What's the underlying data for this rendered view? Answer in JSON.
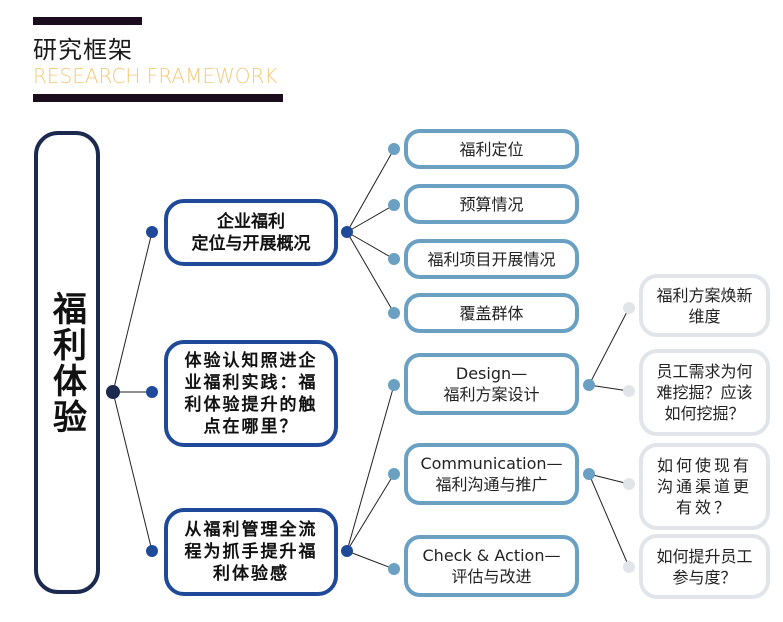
{
  "header": {
    "title_cn": "研究框架",
    "title_en": "RESEARCH FRAMEWORK",
    "title_en_color": "#f4c97a",
    "bar_color": "#1c0d1e"
  },
  "colors": {
    "root_border": "#1b2a4e",
    "level1_border": "#1f4a9a",
    "level2_border": "#6aa0c2",
    "level3_border": "#e1e5e9"
  },
  "root": {
    "label": "福利体验"
  },
  "level1": [
    {
      "label": "企业福利\n定位与开展概况"
    },
    {
      "label": "体验认知照进企业福利实践：福利体验提升的触点在哪里？"
    },
    {
      "label": "从福利管理全流程为抓手提升福利体验感"
    }
  ],
  "level2_overview": [
    {
      "label": "福利定位"
    },
    {
      "label": "预算情况"
    },
    {
      "label": "福利项目开展情况"
    },
    {
      "label": "覆盖群体"
    }
  ],
  "level2_process": [
    {
      "line1": "Design—",
      "line2": "福利方案设计"
    },
    {
      "line1": "Communication—",
      "line2": "福利沟通与推广"
    },
    {
      "line1": "Check & Action—",
      "line2": "评估与改进"
    }
  ],
  "level3_design": [
    {
      "label": "福利方案焕新维度"
    },
    {
      "label": "员工需求为何难挖掘？应该如何挖掘？"
    }
  ],
  "level3_communication": [
    {
      "label": "如何使现有沟通渠道更有效？"
    },
    {
      "label": "如何提升员工参与度？"
    }
  ]
}
